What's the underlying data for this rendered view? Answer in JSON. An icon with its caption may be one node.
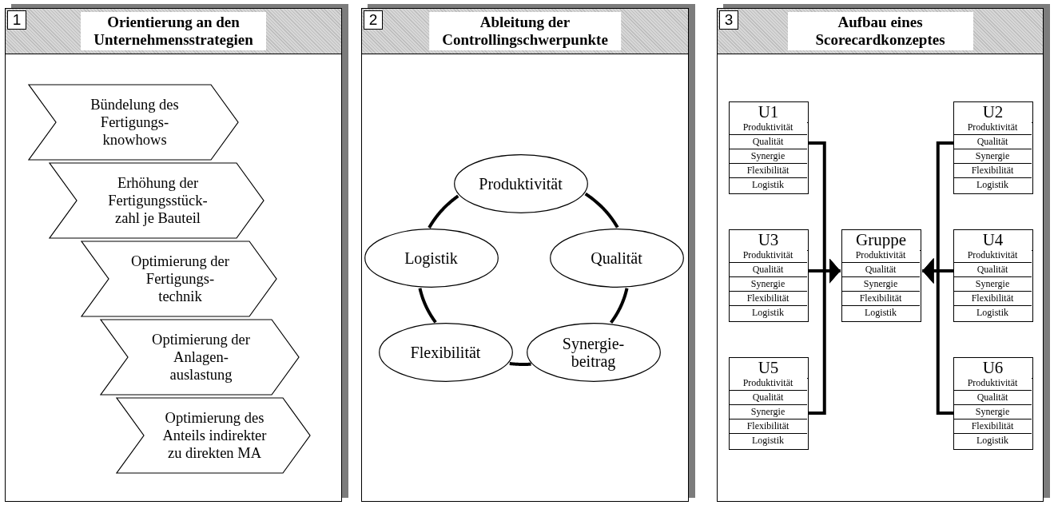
{
  "diagram": {
    "nodes": [
      {
        "text": [
          "1",
          "Orientierung an den Unternehmensstrategien"
        ]
      },
      {
        "text": [
          "Bündelung des Fertigungs- knowhows"
        ],
        "in": 0
      },
      {
        "text": [
          "Erhöhung der Fertigungsstück- zahl je Bauteil"
        ],
        "in": 0
      },
      {
        "text": [
          "Optimierung der Fertigungs- technik"
        ],
        "in": 0
      },
      {
        "text": [
          "Optimierung der Anlagen- auslastung"
        ],
        "in": 0
      },
      {
        "text": [
          "Optimierung des Anteils indirekter zu direkten MA"
        ],
        "in": 0
      },
      {
        "text": [
          "2",
          "Ableitung der Controllingschwerpunkte"
        ]
      },
      {
        "text": [
          "Produktivität"
        ],
        "in": 6
      },
      {
        "text": [
          "Logistik"
        ],
        "in": 6
      },
      {
        "text": [
          "Qualität"
        ],
        "in": 6
      },
      {
        "text": [
          "Flexibilität"
        ],
        "in": 6
      },
      {
        "text": [
          "Synergie- beitrag"
        ],
        "in": 6
      },
      {
        "text": [
          "3",
          "Aufbau eines Scorecardkonzeptes"
        ]
      },
      {
        "text": [
          "U1"
        ],
        "in": 12
      },
      {
        "text": [
          "Produktivität"
        ],
        "in": 13
      },
      {
        "text": [
          "Qualität"
        ],
        "in": 13
      },
      {
        "text": [
          "Synergie"
        ],
        "in": 13
      },
      {
        "text": [
          "Flexibilität"
        ],
        "in": 13
      },
      {
        "text": [
          "Logistik"
        ],
        "in": 13
      },
      {
        "text": [
          "U2"
        ],
        "in": 12
      },
      {
        "text": [
          "Produktivität"
        ],
        "in": 19
      },
      {
        "text": [
          "Qualität"
        ],
        "in": 19
      },
      {
        "text": [
          "Synergie"
        ],
        "in": 19
      },
      {
        "text": [
          "Flexibilität"
        ],
        "in": 19
      },
      {
        "text": [
          "Logistik"
        ],
        "in": 19
      },
      {
        "text": [
          "U3"
        ],
        "in": 12
      },
      {
        "text": [
          "Produktivität"
        ],
        "in": 25
      },
      {
        "text": [
          "Qualität"
        ],
        "in": 25
      },
      {
        "text": [
          "Synergie"
        ],
        "in": 25
      },
      {
        "text": [
          "Flexibilität"
        ],
        "in": 25
      },
      {
        "text": [
          "Logistik"
        ],
        "in": 25
      },
      {
        "text": [
          "Gruppe"
        ],
        "in": 12
      },
      {
        "text": [
          "Produktivität"
        ],
        "in": 31
      },
      {
        "text": [
          "Qualität"
        ],
        "in": 31
      },
      {
        "text": [
          "Synergie"
        ],
        "in": 31
      },
      {
        "text": [
          "Flexibilität"
        ],
        "in": 31
      },
      {
        "text": [
          "Logistik"
        ],
        "in": 31
      },
      {
        "text": [
          "U4"
        ],
        "in": 12
      },
      {
        "text": [
          "Produktivität"
        ],
        "in": 37
      },
      {
        "text": [
          "Qualität"
        ],
        "in": 37
      },
      {
        "text": [
          "Synergie"
        ],
        "in": 37
      },
      {
        "text": [
          "Flexibilität"
        ],
        "in": 37
      },
      {
        "text": [
          "Logistik"
        ],
        "in": 37
      },
      {
        "text": [
          "U5"
        ],
        "in": 12
      },
      {
        "text": [
          "Produktivität"
        ],
        "in": 43
      },
      {
        "text": [
          "Qualität"
        ],
        "in": 43
      },
      {
        "text": [
          "Synergie"
        ],
        "in": 43
      },
      {
        "text": [
          "Flexibilität"
        ],
        "in": 43
      },
      {
        "text": [
          "Logistik"
        ],
        "in": 43
      },
      {
        "text": [
          "U6"
        ],
        "in": 12
      },
      {
        "text": [
          "Produktivität"
        ],
        "in": 49
      },
      {
        "text": [
          "Qualität"
        ],
        "in": 49
      },
      {
        "text": [
          "Synergie"
        ],
        "in": 49
      },
      {
        "text": [
          "Flexibilität"
        ],
        "in": 49
      },
      {
        "text": [
          "Logistik"
        ],
        "in": 49
      }
    ],
    "edges": [
      {
        "from": 7,
        "to": 9,
        "arrow": "none"
      },
      {
        "from": 9,
        "to": 11,
        "arrow": "none"
      },
      {
        "from": 11,
        "to": 10,
        "arrow": "none"
      },
      {
        "from": 10,
        "to": 8,
        "arrow": "none"
      },
      {
        "from": 8,
        "to": 7,
        "arrow": "none"
      },
      {
        "from": 15,
        "to": 33,
        "arrow": "to"
      },
      {
        "from": 27,
        "to": 33,
        "arrow": "to"
      },
      {
        "from": 46,
        "to": 33,
        "arrow": "to"
      },
      {
        "from": 21,
        "to": 33,
        "arrow": "to"
      },
      {
        "from": 39,
        "to": 33,
        "arrow": "to"
      },
      {
        "from": 52,
        "to": 33,
        "arrow": "to"
      }
    ]
  }
}
